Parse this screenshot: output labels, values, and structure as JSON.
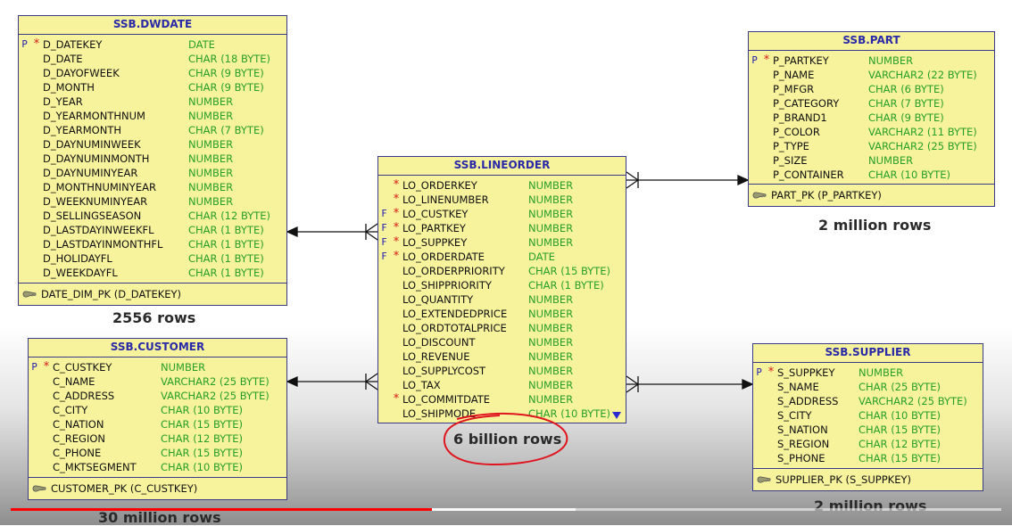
{
  "tables": {
    "dwdate": {
      "title": "SSB.DWDATE",
      "columns": [
        {
          "flag": "P",
          "req": "*",
          "name": "D_DATEKEY",
          "type": "DATE"
        },
        {
          "flag": "",
          "req": "",
          "name": "D_DATE",
          "type": "CHAR (18 BYTE)"
        },
        {
          "flag": "",
          "req": "",
          "name": "D_DAYOFWEEK",
          "type": "CHAR (9 BYTE)"
        },
        {
          "flag": "",
          "req": "",
          "name": "D_MONTH",
          "type": "CHAR (9 BYTE)"
        },
        {
          "flag": "",
          "req": "",
          "name": "D_YEAR",
          "type": "NUMBER"
        },
        {
          "flag": "",
          "req": "",
          "name": "D_YEARMONTHNUM",
          "type": "NUMBER"
        },
        {
          "flag": "",
          "req": "",
          "name": "D_YEARMONTH",
          "type": "CHAR (7 BYTE)"
        },
        {
          "flag": "",
          "req": "",
          "name": "D_DAYNUMINWEEK",
          "type": "NUMBER"
        },
        {
          "flag": "",
          "req": "",
          "name": "D_DAYNUMINMONTH",
          "type": "NUMBER"
        },
        {
          "flag": "",
          "req": "",
          "name": "D_DAYNUMINYEAR",
          "type": "NUMBER"
        },
        {
          "flag": "",
          "req": "",
          "name": "D_MONTHNUMINYEAR",
          "type": "NUMBER"
        },
        {
          "flag": "",
          "req": "",
          "name": "D_WEEKNUMINYEAR",
          "type": "NUMBER"
        },
        {
          "flag": "",
          "req": "",
          "name": "D_SELLINGSEASON",
          "type": "CHAR (12 BYTE)"
        },
        {
          "flag": "",
          "req": "",
          "name": "D_LASTDAYINWEEKFL",
          "type": "CHAR (1 BYTE)"
        },
        {
          "flag": "",
          "req": "",
          "name": "D_LASTDAYINMONTHFL",
          "type": "CHAR (1 BYTE)"
        },
        {
          "flag": "",
          "req": "",
          "name": "D_HOLIDAYFL",
          "type": "CHAR (1 BYTE)"
        },
        {
          "flag": "",
          "req": "",
          "name": "D_WEEKDAYFL",
          "type": "CHAR (1 BYTE)"
        }
      ],
      "key": "DATE_DIM_PK (D_DATEKEY)",
      "rows_caption": "2556 rows"
    },
    "part": {
      "title": "SSB.PART",
      "columns": [
        {
          "flag": "P",
          "req": "*",
          "name": "P_PARTKEY",
          "type": "NUMBER"
        },
        {
          "flag": "",
          "req": "",
          "name": "P_NAME",
          "type": "VARCHAR2 (22 BYTE)"
        },
        {
          "flag": "",
          "req": "",
          "name": "P_MFGR",
          "type": "CHAR (6 BYTE)"
        },
        {
          "flag": "",
          "req": "",
          "name": "P_CATEGORY",
          "type": "CHAR (7 BYTE)"
        },
        {
          "flag": "",
          "req": "",
          "name": "P_BRAND1",
          "type": "CHAR (9 BYTE)"
        },
        {
          "flag": "",
          "req": "",
          "name": "P_COLOR",
          "type": "VARCHAR2 (11 BYTE)"
        },
        {
          "flag": "",
          "req": "",
          "name": "P_TYPE",
          "type": "VARCHAR2 (25 BYTE)"
        },
        {
          "flag": "",
          "req": "",
          "name": "P_SIZE",
          "type": "NUMBER"
        },
        {
          "flag": "",
          "req": "",
          "name": "P_CONTAINER",
          "type": "CHAR (10 BYTE)"
        }
      ],
      "key": "PART_PK (P_PARTKEY)",
      "rows_caption": "2 million rows"
    },
    "lineorder": {
      "title": "SSB.LINEORDER",
      "columns": [
        {
          "flag": "",
          "req": "*",
          "name": "LO_ORDERKEY",
          "type": "NUMBER"
        },
        {
          "flag": "",
          "req": "*",
          "name": "LO_LINENUMBER",
          "type": "NUMBER"
        },
        {
          "flag": "F",
          "req": "*",
          "name": "LO_CUSTKEY",
          "type": "NUMBER"
        },
        {
          "flag": "F",
          "req": "*",
          "name": "LO_PARTKEY",
          "type": "NUMBER"
        },
        {
          "flag": "F",
          "req": "*",
          "name": "LO_SUPPKEY",
          "type": "NUMBER"
        },
        {
          "flag": "F",
          "req": "*",
          "name": "LO_ORDERDATE",
          "type": "DATE"
        },
        {
          "flag": "",
          "req": "",
          "name": "LO_ORDERPRIORITY",
          "type": "CHAR (15 BYTE)"
        },
        {
          "flag": "",
          "req": "",
          "name": "LO_SHIPPRIORITY",
          "type": "CHAR (1 BYTE)"
        },
        {
          "flag": "",
          "req": "",
          "name": "LO_QUANTITY",
          "type": "NUMBER"
        },
        {
          "flag": "",
          "req": "",
          "name": "LO_EXTENDEDPRICE",
          "type": "NUMBER"
        },
        {
          "flag": "",
          "req": "",
          "name": "LO_ORDTOTALPRICE",
          "type": "NUMBER"
        },
        {
          "flag": "",
          "req": "",
          "name": "LO_DISCOUNT",
          "type": "NUMBER"
        },
        {
          "flag": "",
          "req": "",
          "name": "LO_REVENUE",
          "type": "NUMBER"
        },
        {
          "flag": "",
          "req": "",
          "name": "LO_SUPPLYCOST",
          "type": "NUMBER"
        },
        {
          "flag": "",
          "req": "",
          "name": "LO_TAX",
          "type": "NUMBER"
        },
        {
          "flag": "",
          "req": "*",
          "name": "LO_COMMITDATE",
          "type": "NUMBER"
        },
        {
          "flag": "",
          "req": "",
          "name": "LO_SHIPMODE",
          "type": "CHAR (10 BYTE)"
        }
      ],
      "rows_caption": "6 billion rows"
    },
    "customer": {
      "title": "SSB.CUSTOMER",
      "columns": [
        {
          "flag": "P",
          "req": "*",
          "name": "C_CUSTKEY",
          "type": "NUMBER"
        },
        {
          "flag": "",
          "req": "",
          "name": "C_NAME",
          "type": "VARCHAR2 (25 BYTE)"
        },
        {
          "flag": "",
          "req": "",
          "name": "C_ADDRESS",
          "type": "VARCHAR2 (25 BYTE)"
        },
        {
          "flag": "",
          "req": "",
          "name": "C_CITY",
          "type": "CHAR (10 BYTE)"
        },
        {
          "flag": "",
          "req": "",
          "name": "C_NATION",
          "type": "CHAR (15 BYTE)"
        },
        {
          "flag": "",
          "req": "",
          "name": "C_REGION",
          "type": "CHAR (12 BYTE)"
        },
        {
          "flag": "",
          "req": "",
          "name": "C_PHONE",
          "type": "CHAR (15 BYTE)"
        },
        {
          "flag": "",
          "req": "",
          "name": "C_MKTSEGMENT",
          "type": "CHAR (10 BYTE)"
        }
      ],
      "key": "CUSTOMER_PK (C_CUSTKEY)",
      "rows_caption": "30 million rows"
    },
    "supplier": {
      "title": "SSB.SUPPLIER",
      "columns": [
        {
          "flag": "P",
          "req": "*",
          "name": "S_SUPPKEY",
          "type": "NUMBER"
        },
        {
          "flag": "",
          "req": "",
          "name": "S_NAME",
          "type": "CHAR (25 BYTE)"
        },
        {
          "flag": "",
          "req": "",
          "name": "S_ADDRESS",
          "type": "VARCHAR2 (25 BYTE)"
        },
        {
          "flag": "",
          "req": "",
          "name": "S_CITY",
          "type": "CHAR (10 BYTE)"
        },
        {
          "flag": "",
          "req": "",
          "name": "S_NATION",
          "type": "CHAR (15 BYTE)"
        },
        {
          "flag": "",
          "req": "",
          "name": "S_REGION",
          "type": "CHAR (12 BYTE)"
        },
        {
          "flag": "",
          "req": "",
          "name": "S_PHONE",
          "type": "CHAR (15 BYTE)"
        }
      ],
      "key": "SUPPLIER_PK (S_SUPPKEY)",
      "rows_caption": "2 million rows"
    }
  },
  "video_progress": {
    "played_fraction": 0.425,
    "buffered_fraction": 0.57
  },
  "colors": {
    "entity_fill": "#f7f29c",
    "entity_border": "#3a3a8a",
    "title_text": "#2a2aa8",
    "type_text": "#28a028",
    "required_marker": "#d41c1c",
    "key_flag": "#1a1ab0",
    "annotation_circle": "#e0141e",
    "progress_played": "#ff0000"
  }
}
